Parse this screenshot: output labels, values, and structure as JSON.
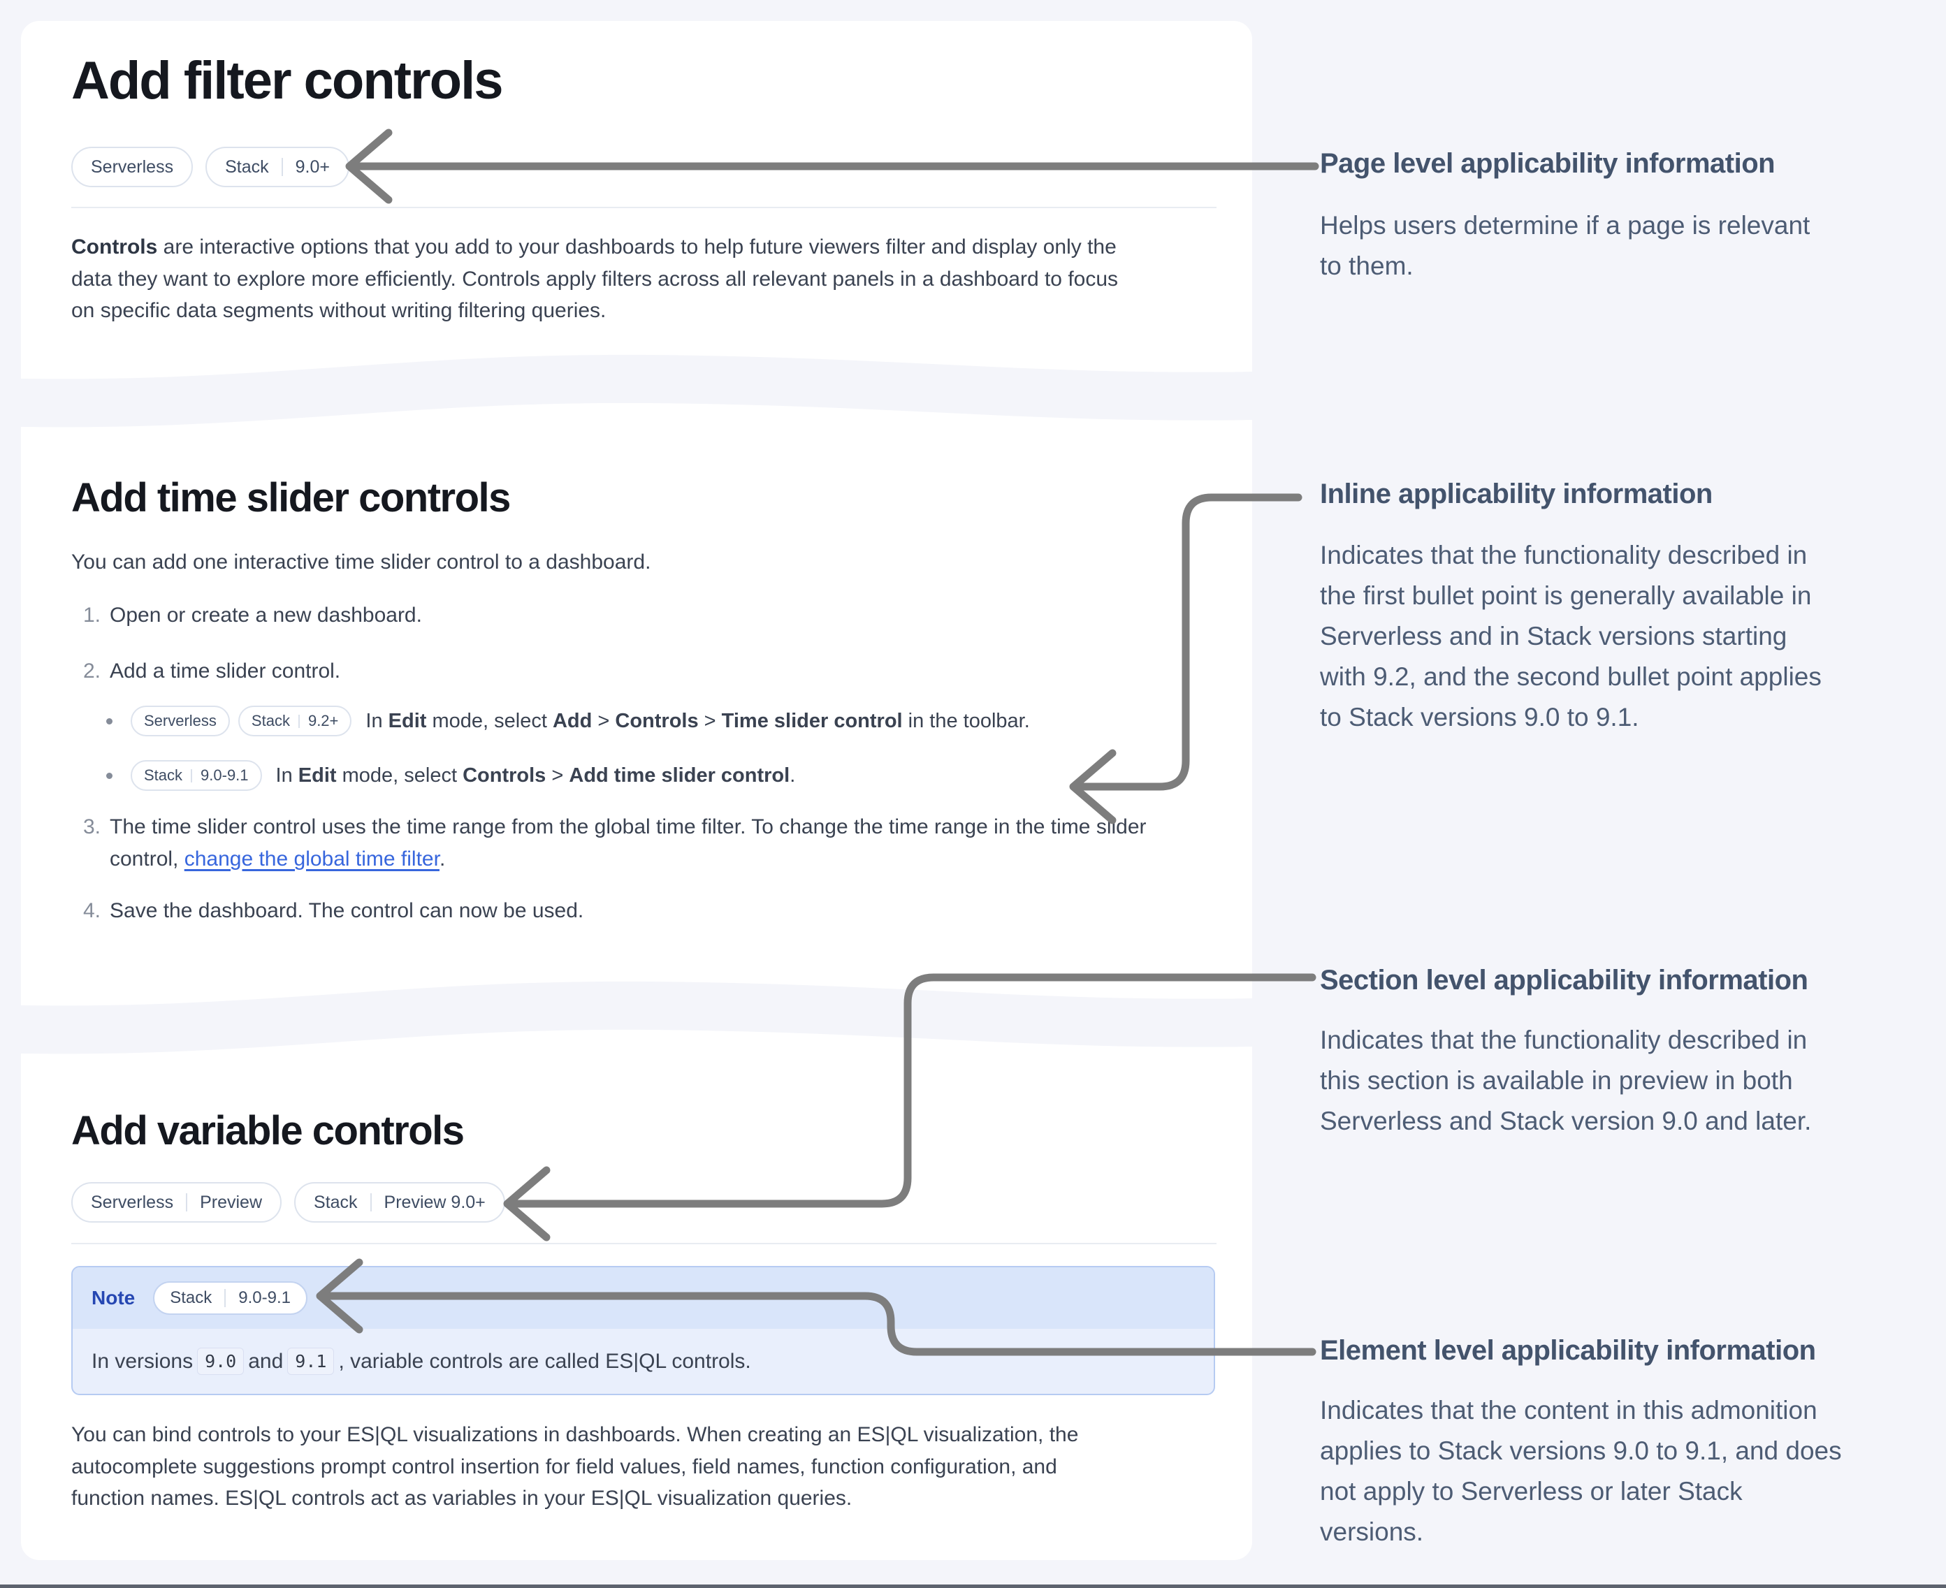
{
  "colors": {
    "page_bg": "#f4f5fa",
    "card_bg": "#ffffff",
    "link": "#3766dd",
    "note_header_bg": "#d9e5fa",
    "note_body_bg": "#e9effc",
    "note_border": "#b6cbf2",
    "note_title": "#2647b2",
    "annotation_text": "#4d5c74",
    "arrow": "#7d7d7d"
  },
  "doc": {
    "h1": "Add filter controls",
    "page_badges": {
      "b1": {
        "p1": "Serverless"
      },
      "b2": {
        "p1": "Stack",
        "p2": "9.0+"
      }
    },
    "intro": {
      "bold": "Controls",
      "rest": " are interactive options that you add to your dashboards to help future viewers filter and display only the\ndata they want to explore more efficiently. Controls apply filters across all relevant panels in a dashboard to focus\non specific data segments without writing filtering queries."
    },
    "ts": {
      "h2": "Add time slider controls",
      "lead": "You can add one interactive time slider control to a dashboard.",
      "s1n": "1.",
      "s1": "Open or create a new dashboard.",
      "s2n": "2.",
      "s2": "Add a time slider control.",
      "b1": {
        "badge1": "Serverless",
        "badge2a": "Stack",
        "badge2b": "9.2+",
        "seg0": "In ",
        "seg1": "Edit",
        "seg2": " mode, select ",
        "seg3": "Add",
        "seg4": " > ",
        "seg5": "Controls",
        "seg6": " > ",
        "seg7": "Time slider control",
        "seg8": " in the toolbar."
      },
      "b2": {
        "badge1a": "Stack",
        "badge1b": "9.0-9.1",
        "seg0": "In ",
        "seg1": "Edit",
        "seg2": " mode, select ",
        "seg3": "Controls",
        "seg4": " > ",
        "seg5": "Add time slider control",
        "seg6": "."
      },
      "s3n": "3.",
      "s3pre": "The time slider control uses the time range from the global time filter. To change the time range in the time slider\ncontrol, ",
      "s3link": "change the global time filter",
      "s3post": ".",
      "s4n": "4.",
      "s4": "Save the dashboard. The control can now be used."
    },
    "vc": {
      "h2": "Add variable controls",
      "badge1a": "Serverless",
      "badge1b": "Preview",
      "badge2a": "Stack",
      "badge2b": "Preview 9.0+",
      "note_label": "Note",
      "note_badge_a": "Stack",
      "note_badge_b": "9.0-9.1",
      "note_seg0": "In versions ",
      "note_code1": "9.0",
      "note_seg1": " and ",
      "note_code2": "9.1",
      "note_seg2": ", variable controls are called ES|QL controls.",
      "outro": "You can bind controls to your ES|QL visualizations in dashboards. When creating an ES|QL visualization, the\nautocomplete suggestions prompt control insertion for field values, field names, function configuration, and\nfunction names. ES|QL controls act as variables in your ES|QL visualization queries."
    }
  },
  "annotations": {
    "a1": {
      "title": "Page level applicability information",
      "body": "Helps users determine if a page is relevant\nto them."
    },
    "a2": {
      "title": "Inline applicability information",
      "body": "Indicates that the functionality described in\nthe first bullet point is generally available in\nServerless and in Stack versions starting\nwith 9.2, and the second bullet point applies\nto Stack versions 9.0 to 9.1."
    },
    "a3": {
      "title": "Section level applicability information",
      "body": "Indicates that the functionality described in\nthis section is available in preview in both\nServerless and Stack version 9.0 and later."
    },
    "a4": {
      "title": "Element level applicability information",
      "body": "Indicates that the content in this admonition\napplies to Stack versions 9.0 to 9.1, and does\nnot apply to Serverless or later Stack\nversions."
    }
  }
}
